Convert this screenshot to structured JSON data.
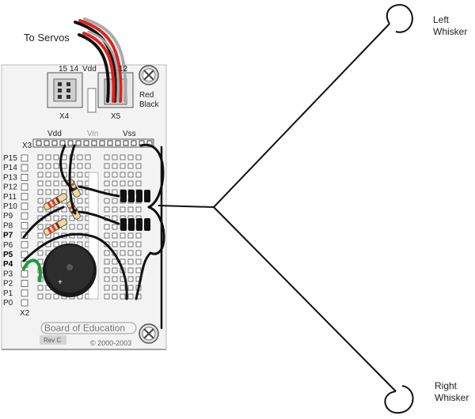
{
  "labels": {
    "to_servos": "To Servos",
    "left_whisker_line1": "Left",
    "left_whisker_line2": "Whisker",
    "right_whisker_line1": "Right",
    "right_whisker_line2": "Whisker",
    "x4": "X4",
    "x5": "X5",
    "x3": "X3",
    "x2": "X2",
    "header_15": "15",
    "header_14": "14",
    "header_vdd_top": "Vdd",
    "header_12": "12",
    "red": "Red",
    "black": "Black",
    "vdd": "Vdd",
    "vin": "Vin",
    "vss": "Vss",
    "board_name": "Board of Education",
    "rev": "Rev C",
    "copyright": "© 2000-2003",
    "buzzer_plus": "+"
  },
  "pins": [
    "P15",
    "P14",
    "P13",
    "P12",
    "P11",
    "P10",
    "P9",
    "P8",
    "P7",
    "P6",
    "P5",
    "P4",
    "P3",
    "P2",
    "P1",
    "P0"
  ],
  "colors": {
    "wire_red": "#e0231c",
    "wire_black": "#111111",
    "wire_white": "#ffffff",
    "wire_green": "#1a9a3a",
    "board_bg": "#f2f2f2",
    "resistor_body": "#f0d89a"
  }
}
